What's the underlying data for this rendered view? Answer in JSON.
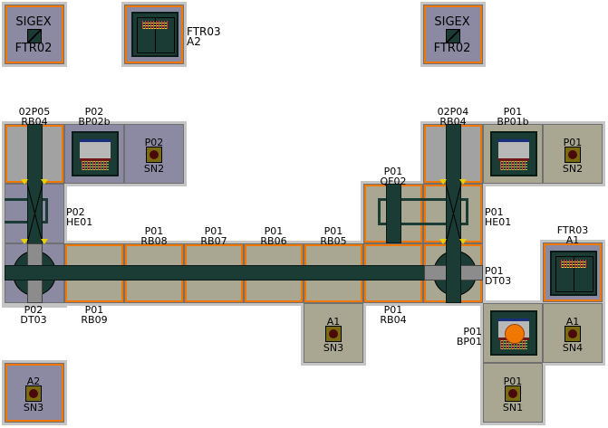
{
  "sigex_left": {
    "title": "SIGEX",
    "sub": "FTR02"
  },
  "ftr03_a2": {
    "l1": "FTR03",
    "l2": "A2"
  },
  "sigex_right": {
    "title": "SIGEX",
    "sub": "FTR02"
  },
  "rb04_left": {
    "l1": "02P05",
    "l2": "RB04"
  },
  "bp02b": {
    "l1": "P02",
    "l2": "BP02b"
  },
  "sn2_p02": {
    "l1": "P02",
    "l2": "SN2"
  },
  "he01_p02": {
    "l1": "P02",
    "l2": "HE01"
  },
  "dt03_p02": {
    "l1": "P02",
    "l2": "DT03"
  },
  "rb09": {
    "l1": "P01",
    "l2": "RB09"
  },
  "rb08": {
    "l1": "P01",
    "l2": "RB08"
  },
  "rb07": {
    "l1": "P01",
    "l2": "RB07"
  },
  "rb06": {
    "l1": "P01",
    "l2": "RB06"
  },
  "rb05": {
    "l1": "P01",
    "l2": "RB05"
  },
  "qf02": {
    "l1": "P01",
    "l2": "QF02"
  },
  "rb04_right": {
    "l1": "02P04",
    "l2": "RB04"
  },
  "bp01b": {
    "l1": "P01",
    "l2": "BP01b"
  },
  "sn2_p01": {
    "l1": "P01",
    "l2": "SN2"
  },
  "he01_p01": {
    "l1": "P01",
    "l2": "HE01"
  },
  "ftr03_a1": {
    "l1": "FTR03",
    "l2": "A1"
  },
  "dt03_p01": {
    "l1": "P01",
    "l2": "DT03"
  },
  "rb04_p01": {
    "l1": "P01",
    "l2": "RB04"
  },
  "sn3_a1": {
    "l1": "A1",
    "l2": "SN3"
  },
  "bp01": {
    "l1": "P01",
    "l2": "BP01"
  },
  "sn4_a1": {
    "l1": "A1",
    "l2": "SN4"
  },
  "sn1_p01": {
    "l1": "P01",
    "l2": "SN1"
  },
  "sn3_a2": {
    "l1": "A2",
    "l2": "SN3"
  },
  "colors": {
    "orange": "#f07800",
    "conveyor": "#1a3c34",
    "tan": "#a9a791",
    "purple": "#8b8aa2"
  }
}
